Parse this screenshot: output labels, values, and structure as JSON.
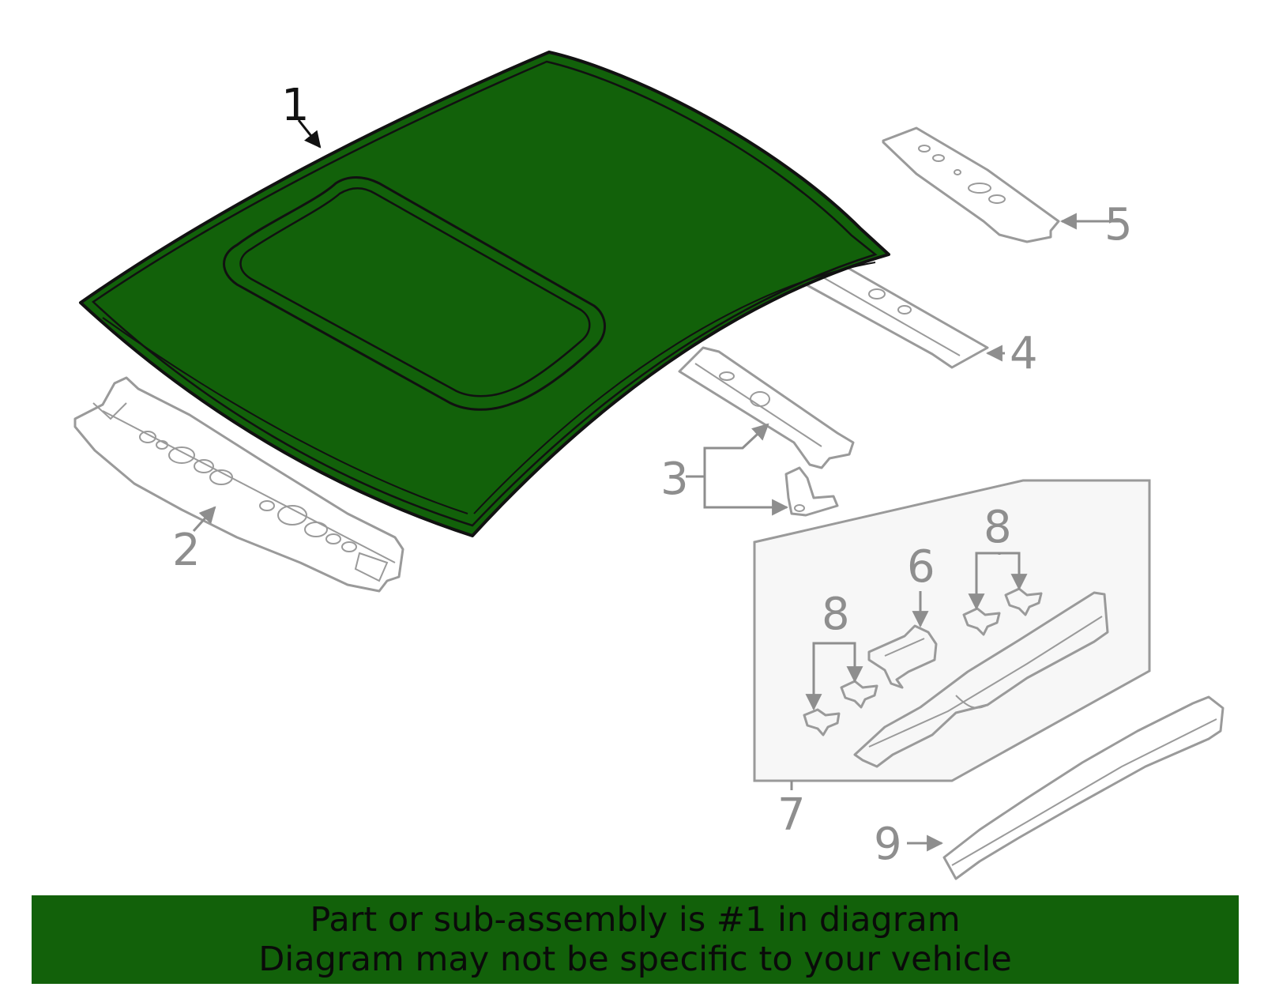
{
  "colors": {
    "highlight": "#12610a",
    "part_line": "#9a9a9a",
    "callout": "#8e8e8e",
    "outline_dark": "#111111"
  },
  "callouts": {
    "c1": "1",
    "c2": "2",
    "c3": "3",
    "c4": "4",
    "c5": "5",
    "c6": "6",
    "c7": "7",
    "c8a": "8",
    "c8b": "8",
    "c9": "9"
  },
  "banner": {
    "line1": "Part or sub-assembly is #1 in diagram",
    "line2": "Diagram may not be specific to your vehicle"
  }
}
